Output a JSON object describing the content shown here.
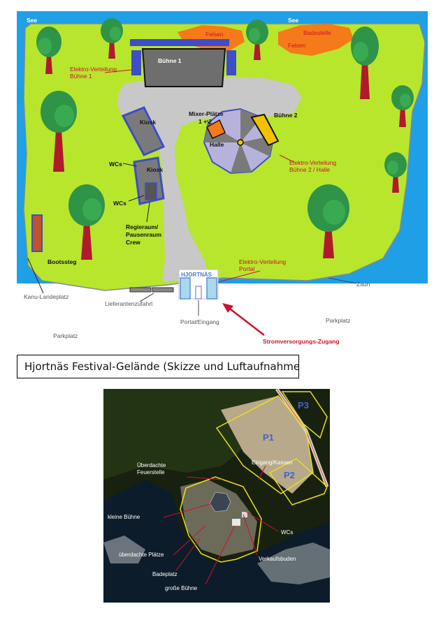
{
  "map": {
    "water_top_left": "See",
    "water_top_right": "See",
    "rocks_left": "Felsen",
    "rocks_right": "Felsen",
    "bathing": "Badestelle",
    "stage1": "Bühne 1",
    "power_stage1_l1": "Elektro-Verteilung",
    "power_stage1_l2": "Bühne 1",
    "kiosk_top": "Kiosk",
    "kiosk_mid": "Kiosk",
    "wc_top": "WCs",
    "wc_bottom": "WCs",
    "control_l1": "Regieraum/",
    "control_l2": "Pausenraum",
    "control_l3": "Crew",
    "mixer_l1": "Mixer-Plätze",
    "mixer_l2": "1 + 2",
    "hall": "Halle",
    "stage2": "Bühne 2",
    "power_stage2_l1": "Elektro-Verteilung",
    "power_stage2_l2": "Bühne 2 / Halle",
    "boat_dock": "Bootssteg",
    "canoe": "Kanu-Landeplatz",
    "gate_sign": "HJORTNÄS",
    "power_portal_l1": "Elektro-Verteilung",
    "power_portal_l2": "Portal",
    "fence": "Zaun",
    "supplier": "Lieferantenzufahrt",
    "portal": "Portal/Eingang",
    "parking_left": "Parkplatz",
    "parking_right": "Parkplatz",
    "power_access": "Stromversorgungs-Zugang"
  },
  "caption": "Hjortnäs Festival-Gelände (Skizze und Luftaufnahme)",
  "aerial": {
    "p1": "P1",
    "p2": "P2",
    "p3": "P3",
    "entrance": "Eingang/Kassen",
    "fire_l1": "Überdachte",
    "fire_l2": "Feuerstelle",
    "small_stage": "kleine Bühne",
    "covered": "überdachte Plätze",
    "wcs": "WCs",
    "booths": "Verkaufsbuden",
    "bathing": "Badeplatz",
    "big_stage": "große Bühne"
  },
  "colors": {
    "water": "#1f9fe6",
    "grass": "#b7e62d",
    "path": "#c8c8c8",
    "rocks": "#f57a19",
    "accent_red": "#d0112b",
    "outline_blue": "#3d4ec8"
  }
}
